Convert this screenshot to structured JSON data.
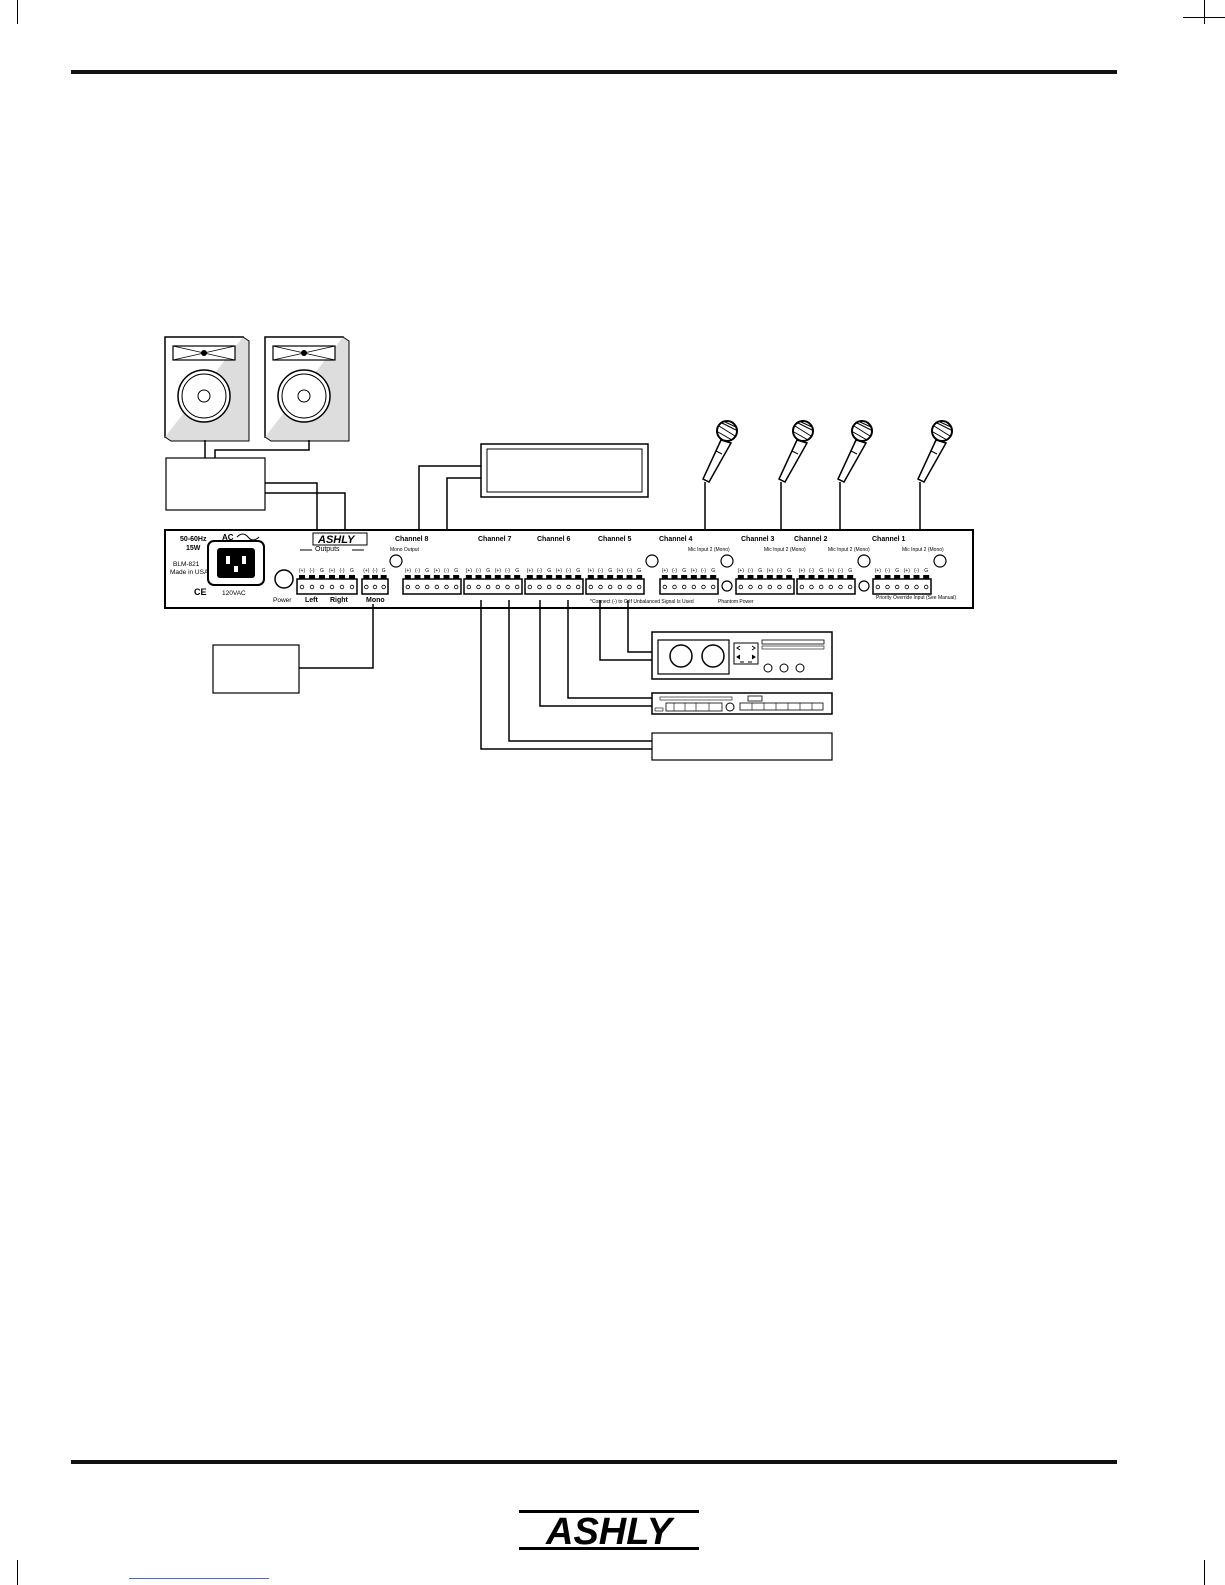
{
  "brand": {
    "logo_text": "ASHLY"
  },
  "rear_panel": {
    "power_spec": [
      "50-60Hz",
      "15W"
    ],
    "ac_label": "AC",
    "model": [
      "BLM-821",
      "Made in USA"
    ],
    "voltage": "120VAC",
    "power_label": "Power",
    "outputs_label": "Outputs",
    "output_groups": [
      "Left",
      "Right",
      "Mono"
    ],
    "terminal_pins": [
      "(+)",
      "(-)",
      "G"
    ],
    "channels": [
      {
        "label": "Channel 8",
        "note": "Mono Output",
        "pins": "(+) (-) G (+) (-) G"
      },
      {
        "label": "Channel 7",
        "pins": "(+) (-) G (+) (-) G"
      },
      {
        "label": "Channel 6",
        "pins": "(+) (-) G (+) (-) G"
      },
      {
        "label": "Channel 5",
        "pins": "(+) (-) G (+) (-) G"
      },
      {
        "label": "Channel 4",
        "note": "Mic Input 2 (Mono)",
        "pins": "(+) (-) G"
      },
      {
        "label": "Channel 3",
        "note": "Mic Input 2 (Mono)",
        "pins": "(+) (-) G"
      },
      {
        "label": "Channel 2",
        "note": "Mic Input 2 (Mono)",
        "pins": "(+) (-) G"
      },
      {
        "label": "Channel 1",
        "note": "Mic Input 2 (Mono)",
        "pins": "(+) (-) G"
      }
    ],
    "bottom_notes": [
      "*Connect (-) to G If Unbalanced Signal Is Used",
      "Phantom Power",
      "Priority Override Input (See Manual)"
    ]
  },
  "colors": {
    "ink": "#000000",
    "link": "#4a66d6"
  }
}
